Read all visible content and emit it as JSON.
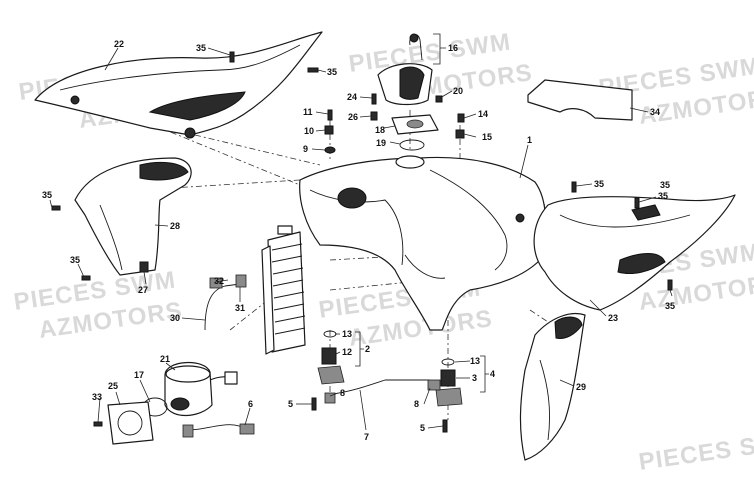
{
  "watermark": {
    "line1": "PIECES SWM",
    "line2": "AZMOTORS"
  },
  "callouts": [
    {
      "n": "22"
    },
    {
      "n": "35"
    },
    {
      "n": "35"
    },
    {
      "n": "16"
    },
    {
      "n": "24"
    },
    {
      "n": "20"
    },
    {
      "n": "11"
    },
    {
      "n": "26"
    },
    {
      "n": "14"
    },
    {
      "n": "18"
    },
    {
      "n": "10"
    },
    {
      "n": "15"
    },
    {
      "n": "19"
    },
    {
      "n": "9"
    },
    {
      "n": "1"
    },
    {
      "n": "34"
    },
    {
      "n": "35"
    },
    {
      "n": "35"
    },
    {
      "n": "35"
    },
    {
      "n": "28"
    },
    {
      "n": "35"
    },
    {
      "n": "27"
    },
    {
      "n": "32"
    },
    {
      "n": "31"
    },
    {
      "n": "30"
    },
    {
      "n": "13"
    },
    {
      "n": "12"
    },
    {
      "n": "2"
    },
    {
      "n": "21"
    },
    {
      "n": "17"
    },
    {
      "n": "25"
    },
    {
      "n": "33"
    },
    {
      "n": "6"
    },
    {
      "n": "8"
    },
    {
      "n": "5"
    },
    {
      "n": "7"
    },
    {
      "n": "13"
    },
    {
      "n": "3"
    },
    {
      "n": "4"
    },
    {
      "n": "8"
    },
    {
      "n": "5"
    },
    {
      "n": "23"
    },
    {
      "n": "35"
    },
    {
      "n": "35"
    },
    {
      "n": "29"
    }
  ]
}
